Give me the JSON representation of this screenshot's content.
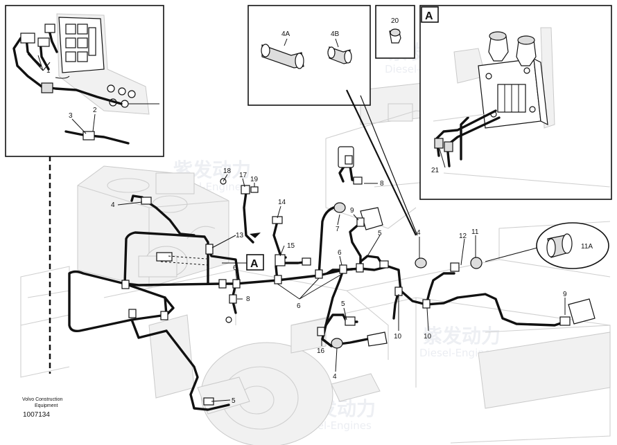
{
  "callouts": {
    "c1": "1",
    "c2": "2",
    "c3": "3",
    "c4a": "4A",
    "c4b": "4B",
    "c20": "20",
    "boxA": "A",
    "c21": "21",
    "c18": "18",
    "c17": "17",
    "c19": "19",
    "c8a": "8",
    "c4_left": "4",
    "c14": "14",
    "c9a": "9",
    "c7": "7",
    "c5a": "5",
    "c13": "13",
    "c15": "15",
    "c6a": "6",
    "c6b": "6",
    "c8b": "8",
    "c6c": "6",
    "markerA": "A",
    "c4_mid": "4",
    "c12": "12",
    "c11": "11",
    "c11a": "11A",
    "c9b": "9",
    "c5b": "5",
    "c10a": "10",
    "c10b": "10",
    "c16": "16",
    "c4_bottom": "4",
    "c5c": "5"
  },
  "footer": {
    "company_line1": "Volvo Construction",
    "company_line2": "Equipment",
    "figure_number": "1007134"
  },
  "watermark": {
    "brand": "紫发动力",
    "sub": "Diesel-Engines"
  }
}
